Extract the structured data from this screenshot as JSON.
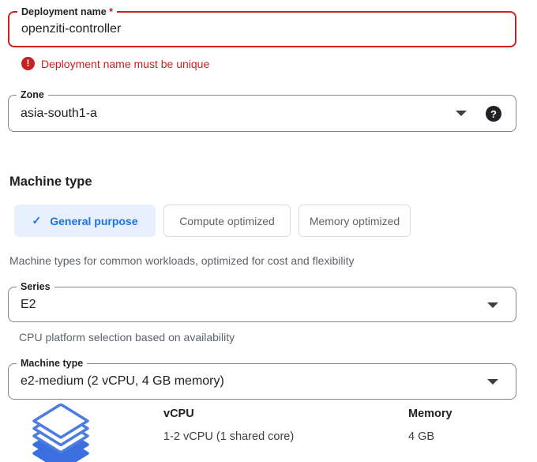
{
  "colors": {
    "error_red": "#c5221f",
    "accent_blue": "#1a73e8",
    "selected_tab_bg": "#e8f0fe",
    "field_border": "#80868b",
    "text_primary": "#202124",
    "text_secondary": "#5f6368",
    "stack_icon_blue": "#3b6fe0"
  },
  "deployment_field": {
    "label": "Deployment name",
    "required_mark": "*",
    "value": "openziti-controller",
    "error_message": "Deployment name must be unique"
  },
  "zone_field": {
    "label": "Zone",
    "value": "asia-south1-a"
  },
  "machine_type_section": {
    "heading": "Machine type",
    "tabs": [
      {
        "label": "General purpose",
        "selected": true
      },
      {
        "label": "Compute optimized",
        "selected": false
      },
      {
        "label": "Memory optimized",
        "selected": false
      }
    ],
    "description": "Machine types for common workloads, optimized for cost and flexibility"
  },
  "series_field": {
    "label": "Series",
    "value": "E2",
    "helper": "CPU platform selection based on availability"
  },
  "machine_type_field": {
    "label": "Machine type",
    "value": "e2-medium (2 vCPU, 4 GB memory)"
  },
  "specs": {
    "vcpu_label": "vCPU",
    "vcpu_value": "1-2 vCPU (1 shared core)",
    "memory_label": "Memory",
    "memory_value": "4 GB"
  },
  "icons": {
    "error_glyph": "!",
    "help_glyph": "?",
    "check_glyph": "✓"
  }
}
